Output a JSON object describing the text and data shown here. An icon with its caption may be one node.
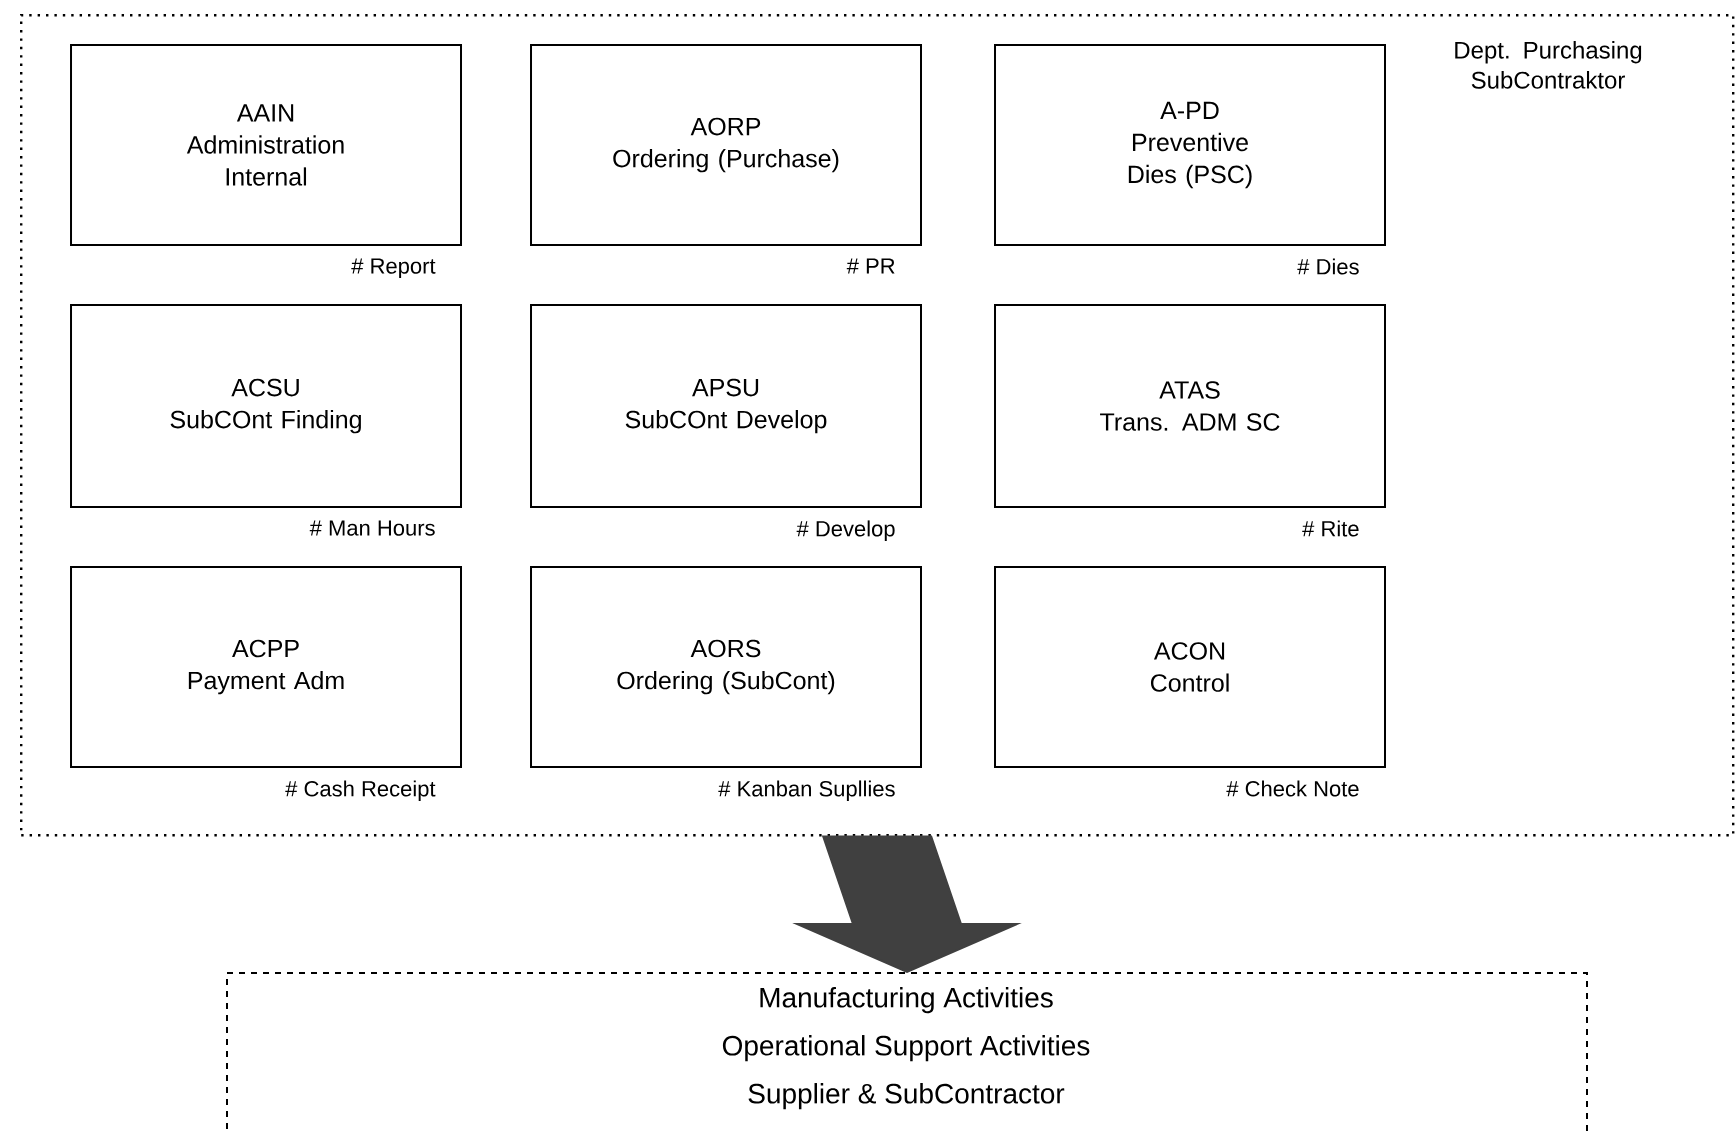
{
  "diagram": {
    "nodes": [
      {
        "text": [
          "Dept. Purchasing SubContraktor"
        ]
      },
      {
        "text": [
          "AAIN",
          "Administration Internal"
        ],
        "in": 0,
        "beside": [
          "# Report"
        ]
      },
      {
        "text": [
          "AORP",
          "Ordering (Purchase)"
        ],
        "in": 0,
        "beside": [
          "# PR"
        ]
      },
      {
        "text": [
          "A-PD",
          "Preventive Dies (PSC)"
        ],
        "in": 0,
        "beside": [
          "# Dies"
        ]
      },
      {
        "text": [
          "ACSU",
          "SubCOnt Finding"
        ],
        "in": 0,
        "beside": [
          "# Man Hours"
        ]
      },
      {
        "text": [
          "APSU",
          "SubCOnt Develop"
        ],
        "in": 0,
        "beside": [
          "# Develop"
        ]
      },
      {
        "text": [
          "ATAS",
          "Trans. ADM SC"
        ],
        "in": 0,
        "beside": [
          "# Rite"
        ]
      },
      {
        "text": [
          "ACPP",
          "Payment Adm"
        ],
        "in": 0,
        "beside": [
          "# Cash Receipt"
        ]
      },
      {
        "text": [
          "AORS",
          "Ordering (SubCont)"
        ],
        "in": 0,
        "beside": [
          "# Kanban Supllies"
        ]
      },
      {
        "text": [
          "ACON",
          "Control"
        ],
        "in": 0,
        "beside": [
          "# Check Note"
        ]
      },
      {
        "text": [
          "Manufacturing Activities",
          "Operational Support Activities",
          "Supplier & SubContractor"
        ]
      }
    ],
    "edges": [
      {
        "from": 0,
        "to": 10,
        "arrow": "to",
        "style": "thick"
      }
    ]
  }
}
